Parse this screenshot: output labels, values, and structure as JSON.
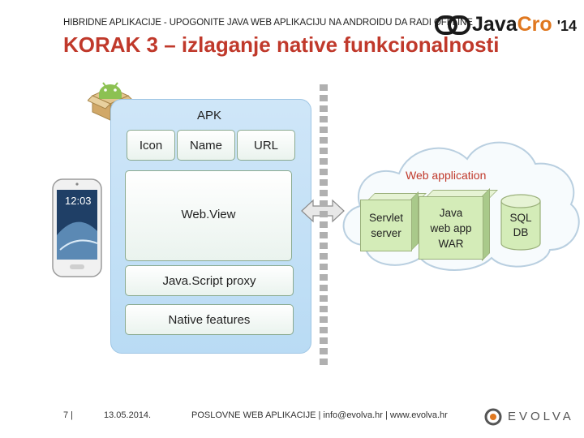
{
  "header": {
    "subtitle": "HIBRIDNE APLIKACIJE - UPOGONITE JAVA WEB APLIKACIJU NA ANDROIDU DA RADI OFFLINE",
    "title": "KORAK 3 – izlaganje native funkcionalnosti"
  },
  "logo": {
    "java": "Java",
    "cro": "Cro",
    "year": "'14"
  },
  "apk": {
    "label": "APK",
    "icon": "Icon",
    "name": "Name",
    "url": "URL",
    "webview": "Web.View",
    "js_proxy": "Java.Script proxy",
    "native": "Native features"
  },
  "cloud": {
    "label": "Web application",
    "servlet": [
      "Servlet",
      "server"
    ],
    "java_war": [
      "Java",
      "web app",
      "WAR"
    ],
    "db": [
      "SQL",
      "DB"
    ]
  },
  "phone": {
    "time": "12:03"
  },
  "footer": {
    "page": "7 |",
    "date": "13.05.2014.",
    "center": "POSLOVNE WEB APLIKACIJE | info@evolva.hr | www.evolva.hr",
    "brand": "EVOLVA"
  },
  "colors": {
    "title": "#c0392b",
    "panel": "#cfe6f8",
    "box_green": "#d4ecb8",
    "accent_orange": "#e07820"
  },
  "icons": [
    "android-box-icon",
    "smartphone-icon",
    "double-arrow-icon",
    "cloud-icon",
    "database-icon",
    "evolva-logo-icon",
    "javacro-logo-icon"
  ]
}
